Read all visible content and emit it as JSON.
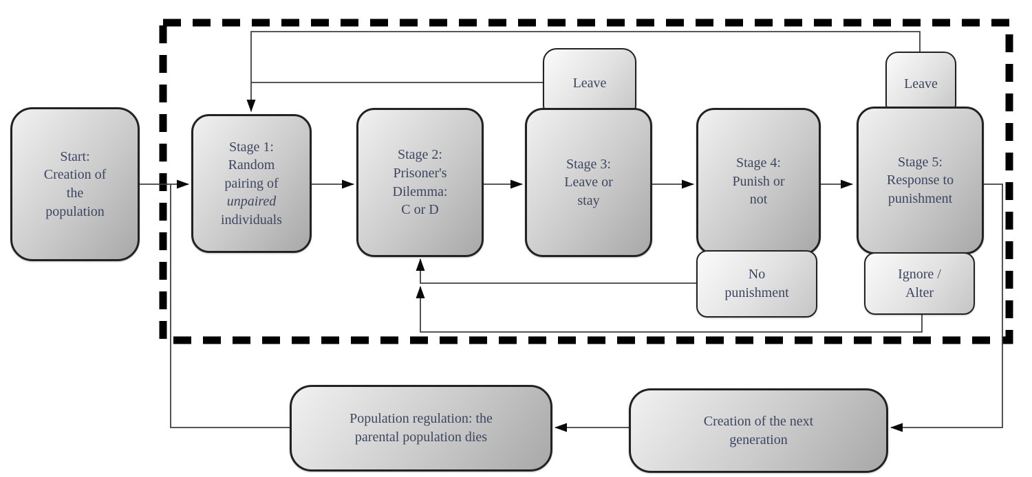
{
  "diagram": {
    "nodes": {
      "start": {
        "label": "Start:\nCreation of\nthe\npopulation"
      },
      "stage1": {
        "label_pre": "Stage 1:\nRandom\npairing of\n",
        "label_italic": "unpaired",
        "label_post": "\nindividuals"
      },
      "stage2": {
        "label": "Stage 2:\nPrisoner's\nDilemma:\nC or D"
      },
      "stage3": {
        "label": "Stage 3:\nLeave or\nstay"
      },
      "stage4": {
        "label": "Stage 4:\nPunish or\nnot"
      },
      "stage5": {
        "label": "Stage 5:\nResponse to\npunishment"
      },
      "leave_after_stage3": {
        "label": "Leave"
      },
      "leave_after_stage5": {
        "label": "Leave"
      },
      "no_punishment": {
        "label": "No\npunishment"
      },
      "ignore_alter": {
        "label": "Ignore /\nAlter"
      },
      "population_regulation": {
        "label": "Population regulation: the\nparental population dies"
      },
      "next_generation": {
        "label": "Creation of the next\ngeneration"
      }
    },
    "colors": {
      "node_text": "#3d4660",
      "node_border": "#222222",
      "connector_line": "#3f3f3f",
      "arrowhead": "#0a0a0a",
      "generation_loop_border": "#000000"
    }
  }
}
